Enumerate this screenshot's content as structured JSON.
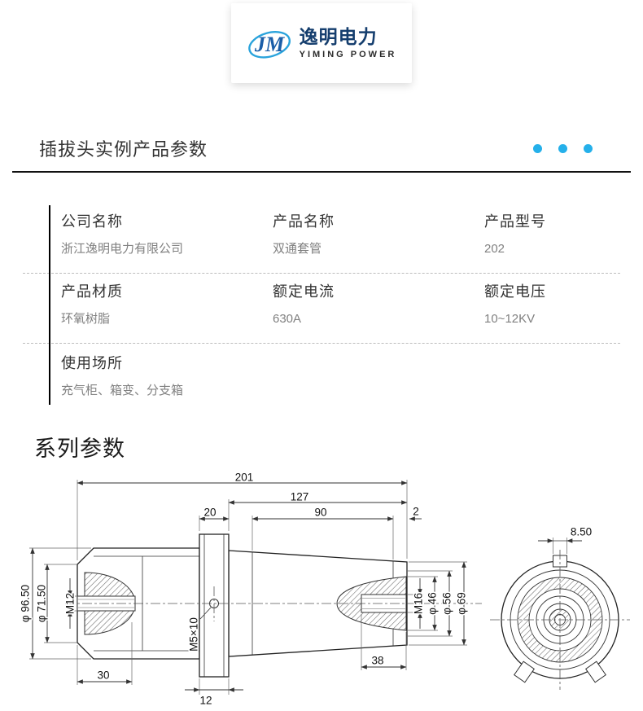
{
  "logo": {
    "brand_cn": "逸明电力",
    "brand_en": "YIMING POWER",
    "monogram": "JM"
  },
  "sections": {
    "params_title": "插拔头实例产品参数",
    "series_title": "系列参数"
  },
  "params": {
    "rows": [
      [
        {
          "label": "公司名称",
          "value": "浙江逸明电力有限公司"
        },
        {
          "label": "产品名称",
          "value": "双通套管"
        },
        {
          "label": "产品型号",
          "value": "202"
        }
      ],
      [
        {
          "label": "产品材质",
          "value": "环氧树脂"
        },
        {
          "label": "额定电流",
          "value": "630A"
        },
        {
          "label": "额定电压",
          "value": "10~12KV"
        }
      ],
      [
        {
          "label": "使用场所",
          "value": "充气柜、箱变、分支箱"
        }
      ]
    ]
  },
  "drawing": {
    "dims": {
      "len_201": "201",
      "len_127": "127",
      "len_20": "20",
      "len_90": "90",
      "len_2": "2",
      "notch_8_50": "8.50",
      "dia_96_50": "φ 96.50",
      "dia_71_50": "φ 71.50",
      "thread_m12": "M12",
      "thread_m5": "M5×10",
      "thread_m16": "M16",
      "dia_46": "φ 46",
      "dia_56": "φ 56",
      "dia_69": "φ 69",
      "depth_38": "38",
      "len_30": "30",
      "len_12": "12"
    }
  },
  "colors": {
    "accent_dots": "#25b0ea",
    "brand_blue": "#1b5ea8",
    "brand_light_blue": "#29a3dc",
    "rule_black": "#111111"
  }
}
